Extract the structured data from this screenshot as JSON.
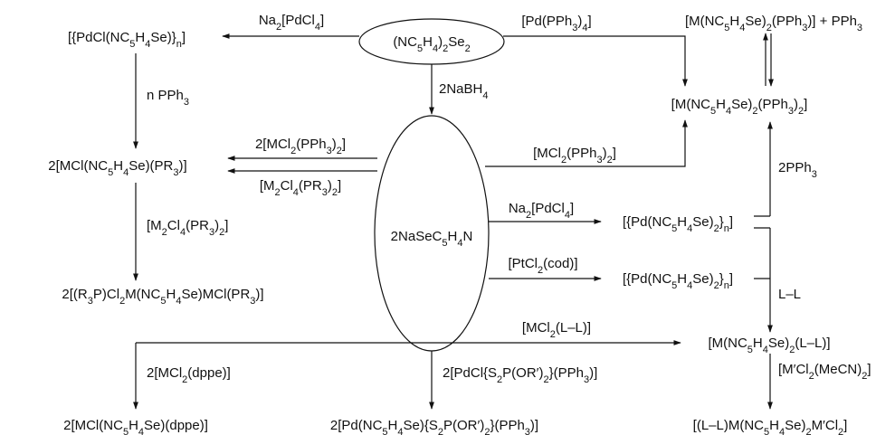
{
  "nodes": {
    "reactant": "(NC5H4)2Se2",
    "pd_polymer_cl": "[{PdCl(NC5H4Se)}n]",
    "m_pph3_plus": "[M(NC5H4Se)2(PPh3)] + PPh3",
    "m_pph3_2": "[M(NC5H4Se)2(PPh3)2]",
    "mcl_pr3": "2[MCl(NC5H4Se)(PR3)]",
    "nasepy": "2NaSeC5H4N",
    "pd_polymer_1": "[{Pd(NC5H4Se)2}n]",
    "pd_polymer_2": "[{Pd(NC5H4Se)2}n]",
    "dinuclear_pr3": "2[(R3P)Cl2M(NC5H4Se)MCl(PR3)]",
    "m_ll": "[M(NC5H4Se)2(L–L)]",
    "mcl_dppe": "2[MCl(NC5H4Se)(dppe)]",
    "pd_s2p": "2[Pd(NC5H4Se){S2P(OR′)2}(PPh3)]",
    "ll_bimetallic": "[(L–L)M(NC5H4Se)2M′Cl2]"
  },
  "reagents": {
    "na2pdcl4_top": "Na2[PdCl4]",
    "pd_pph3_4": "[Pd(PPh3)4]",
    "nabh4": "2NaBH4",
    "n_pph3": "n PPh3",
    "mcl2pph3_2_left": "2[MCl2(PPh3)2]",
    "m2cl4pr3_left": "[M2Cl4(PR3)2]",
    "mcl2pph3_2_right": "[MCl2(PPh3)2]",
    "pph3_2": "2PPh3",
    "m2cl4pr3_down": "[M2Cl4(PR3)2]",
    "na2pdcl4_mid": "Na2[PdCl4]",
    "ptcl2cod": "[PtCl2(cod)]",
    "ll": "L–L",
    "mcl2ll": "[MCl2(L–L)]",
    "mcl2dppe": "2[MCl2(dppe)]",
    "pdcl_s2p": "2[PdCl{S2P(OR′)2}(PPh3)]",
    "mprime_cl2": "[M′Cl2(MeCN)2]"
  }
}
